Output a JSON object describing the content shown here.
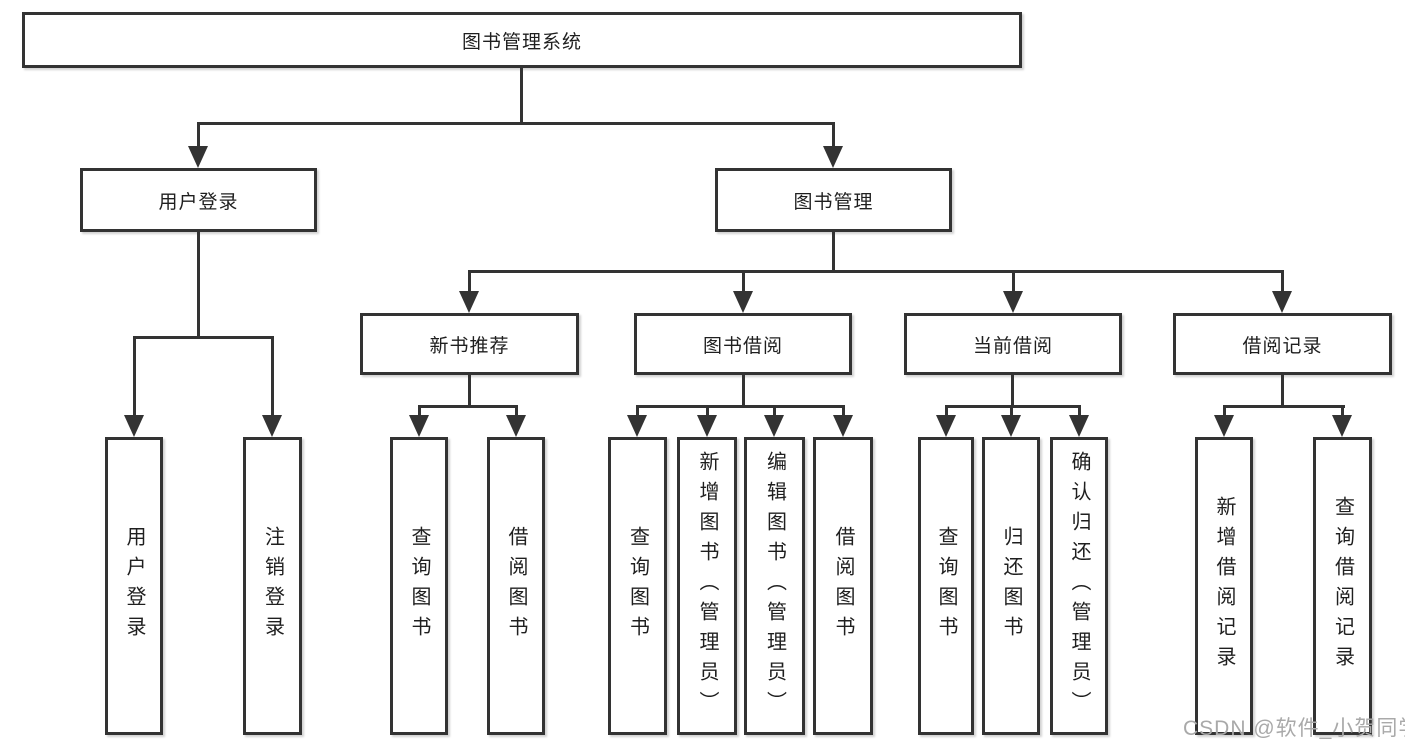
{
  "colors": {
    "line": "#333333",
    "ink": "#1f1f1f",
    "background": "#ffffff",
    "watermark": "#a9a9a9"
  },
  "tree": {
    "label": "图书管理系统",
    "children": [
      {
        "label": "用户登录",
        "children": [
          {
            "label": "用户登录"
          },
          {
            "label": "注销登录"
          }
        ]
      },
      {
        "label": "图书管理",
        "children": [
          {
            "label": "新书推荐",
            "children": [
              {
                "label": "查询图书"
              },
              {
                "label": "借阅图书"
              }
            ]
          },
          {
            "label": "图书借阅",
            "children": [
              {
                "label": "查询图书"
              },
              {
                "label": "新增图书（管理员）"
              },
              {
                "label": "编辑图书（管理员）"
              },
              {
                "label": "借阅图书"
              }
            ]
          },
          {
            "label": "当前借阅",
            "children": [
              {
                "label": "查询图书"
              },
              {
                "label": "归还图书"
              },
              {
                "label": "确认归还（管理员）"
              }
            ]
          },
          {
            "label": "借阅记录",
            "children": [
              {
                "label": "新增借阅记录"
              },
              {
                "label": "查询借阅记录"
              }
            ]
          }
        ]
      }
    ]
  },
  "watermark": {
    "text": "CSDN @软件_小贺同学"
  }
}
